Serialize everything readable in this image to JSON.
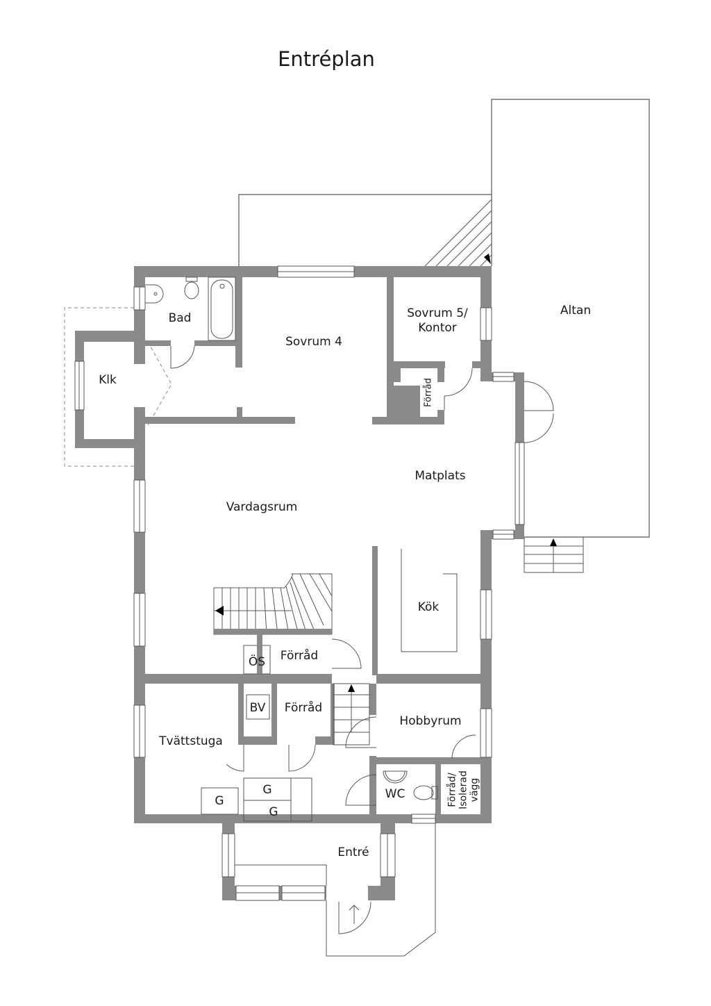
{
  "title": "Entréplan",
  "rooms": {
    "bad": "Bad",
    "klk": "Klk",
    "sovrum4": "Sovrum 4",
    "sovrum5_line1": "Sovrum 5/",
    "sovrum5_line2": "Kontor",
    "altan": "Altan",
    "forrad_small": "Förråd",
    "matplats": "Matplats",
    "vardagsrum": "Vardagsrum",
    "kok": "Kök",
    "os": "ÖS",
    "forrad_stairs": "Förråd",
    "bv": "BV",
    "forrad_lower": "Förråd",
    "hobbyrum": "Hobbyrum",
    "tvattstuga": "Tvättstuga",
    "g1": "G",
    "g2": "G",
    "g3": "G",
    "wc": "WC",
    "forrad_isol_line1": "Förråd/",
    "forrad_isol_line2": "Isolerad",
    "forrad_isol_line3": "vägg",
    "entre": "Entré"
  },
  "colors": {
    "wall": "#8a8a8a",
    "line": "#555555",
    "text": "#1a1a1a",
    "background": "#ffffff"
  }
}
